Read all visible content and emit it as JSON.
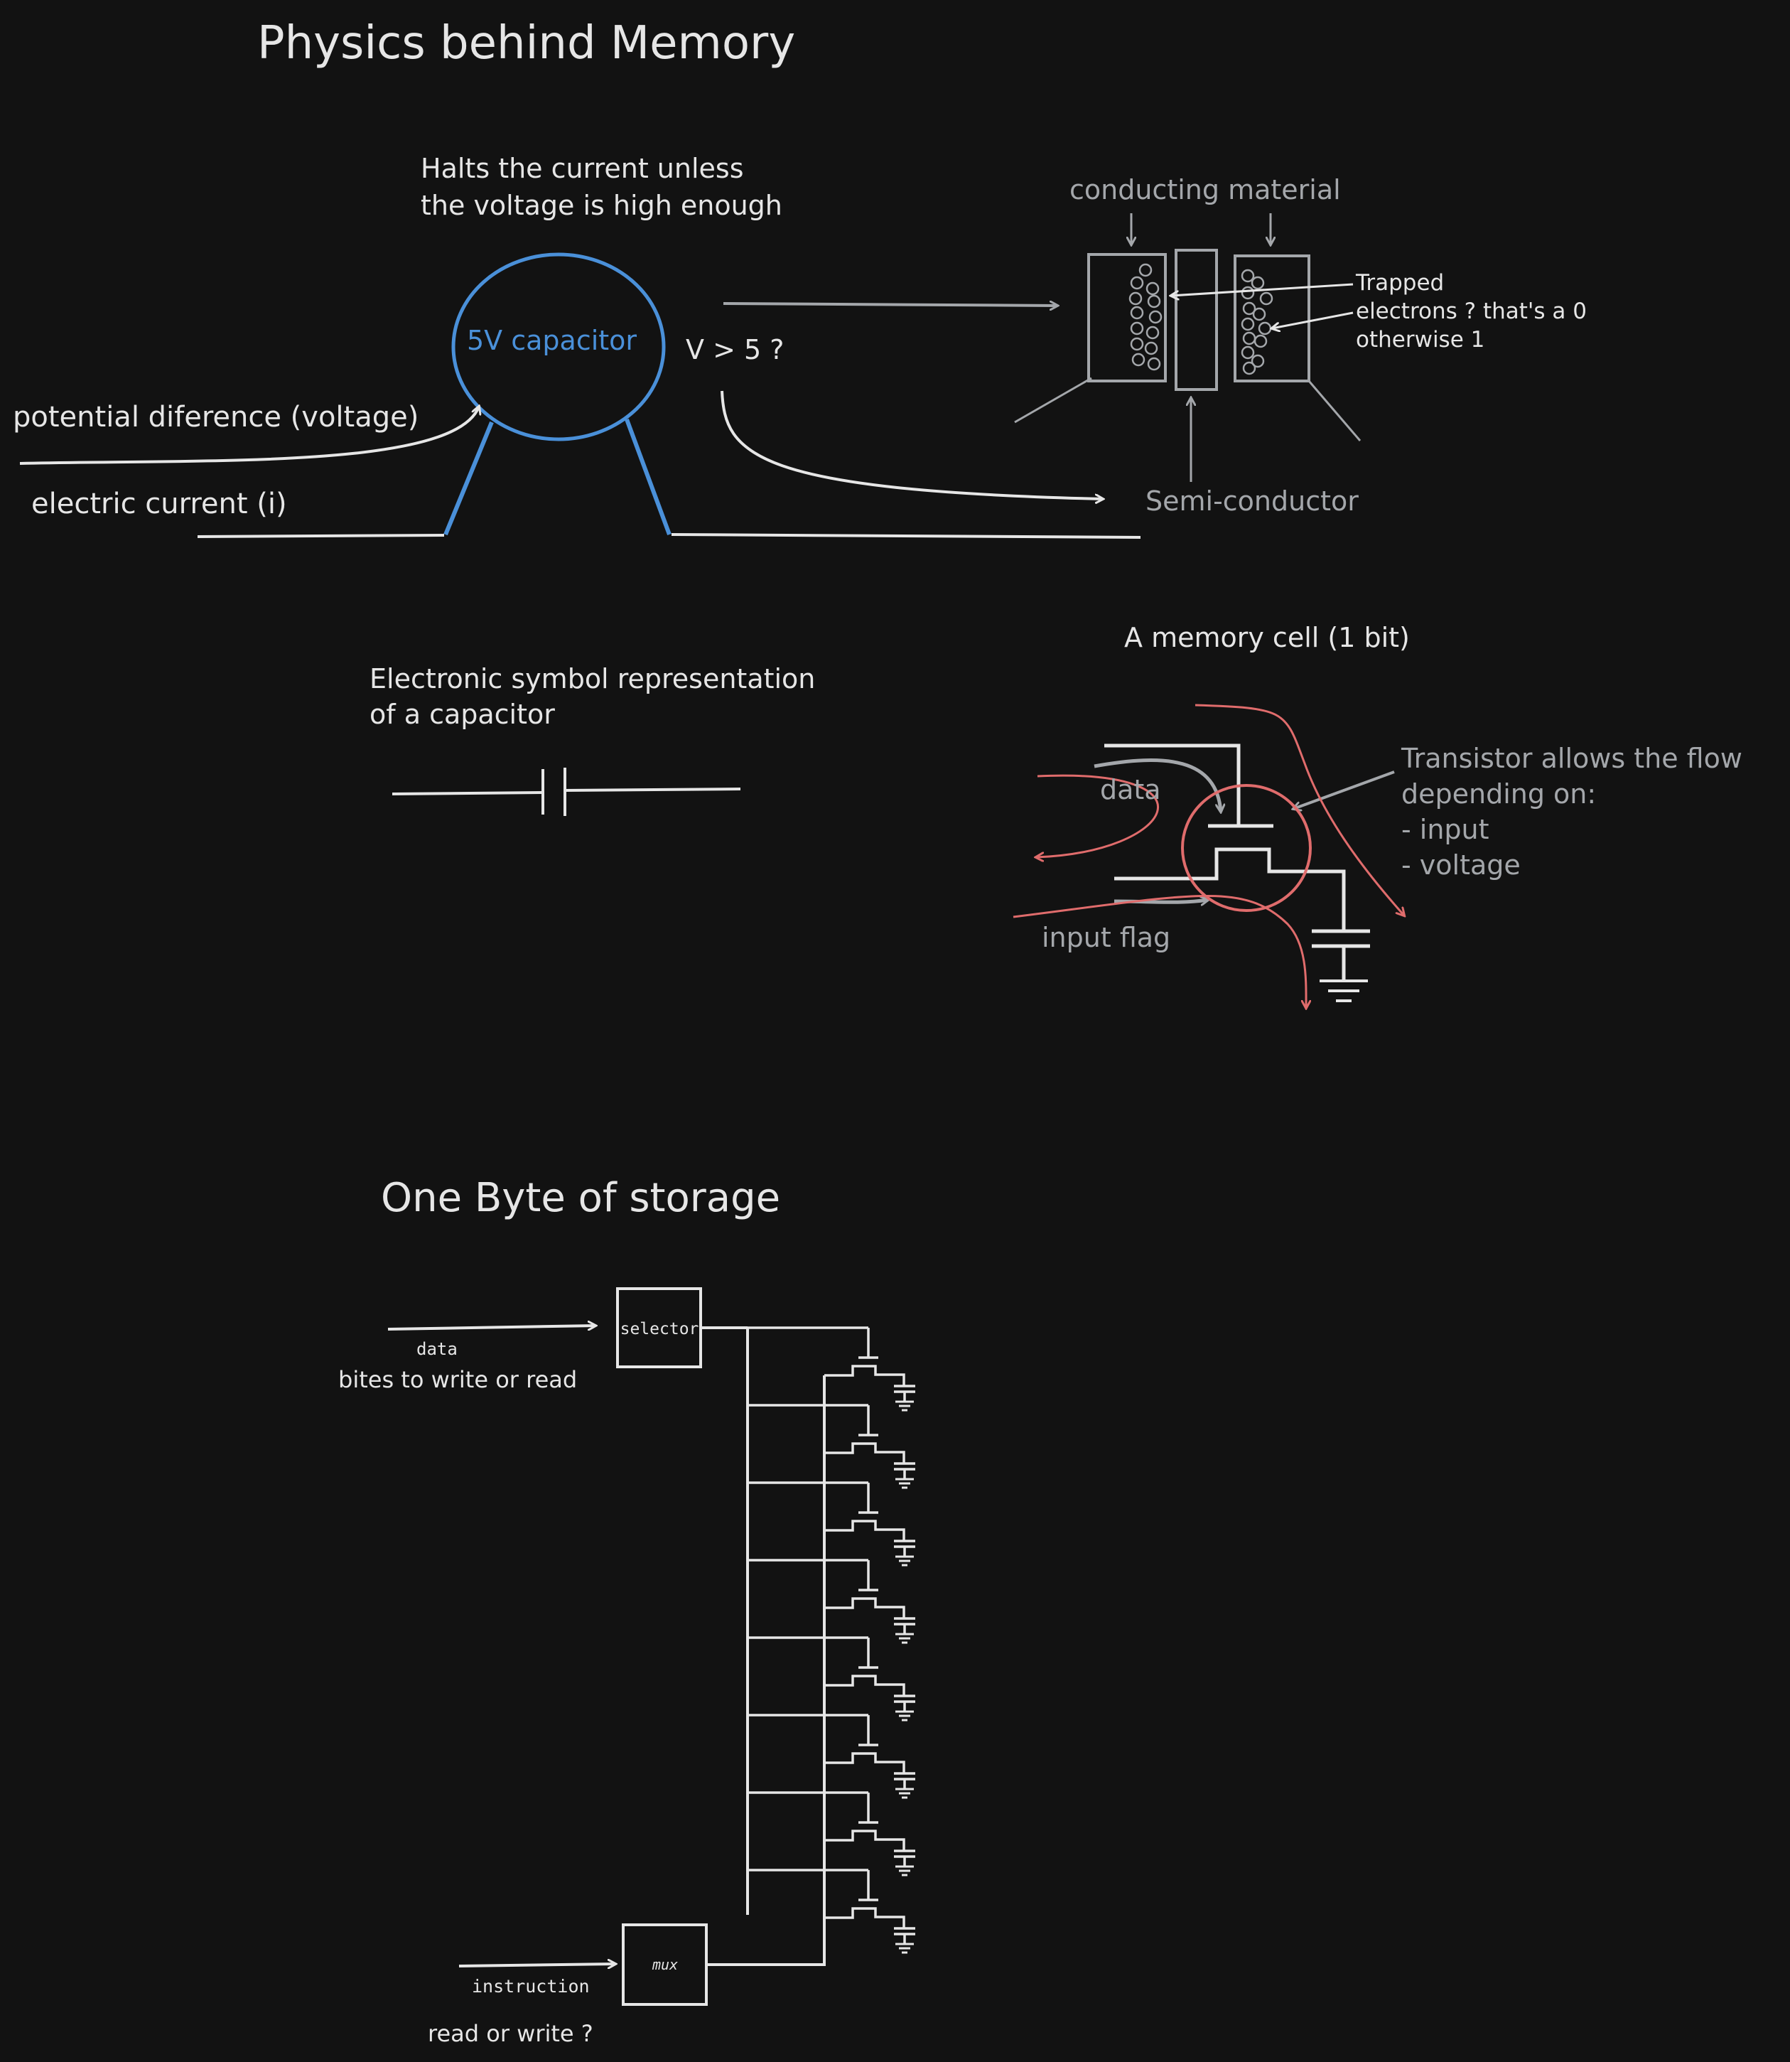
{
  "colors": {
    "background": "#121212",
    "white": "#e6e6e6",
    "gray": "#a4a7ab",
    "blue": "#4a90d9",
    "red": "#e06c6c"
  },
  "title": "Physics behind Memory",
  "capacitor_section": {
    "halts_line1": "Halts the current unless",
    "halts_line2": "the voltage is high enough",
    "capacitor_label": "5V capacitor",
    "condition": "V > 5 ?",
    "potential_label": "potential diference (voltage)",
    "current_label": "electric current (i)",
    "conducting_label": "conducting material",
    "trapped_line1": "Trapped",
    "trapped_line2": "electrons ? that's a 0",
    "trapped_line3": "otherwise 1",
    "semiconductor_label": "Semi-conductor"
  },
  "symbol_section": {
    "line1": "Electronic symbol representation",
    "line2": "of a capacitor"
  },
  "memory_cell": {
    "title": "A memory cell (1 bit)",
    "data_label": "data",
    "input_flag_label": "input flag",
    "transistor_line1": "Transistor allows the flow",
    "transistor_line2": "depending on:",
    "transistor_line3": "- input",
    "transistor_line4": "- voltage"
  },
  "byte_section": {
    "title": "One Byte of storage",
    "selector_label": "selector",
    "data_label": "data",
    "bites_label": "bites to write or read",
    "mux_label": "mux",
    "instruction_label": "instruction",
    "read_write_label": "read or write ?",
    "cell_count": 8
  }
}
